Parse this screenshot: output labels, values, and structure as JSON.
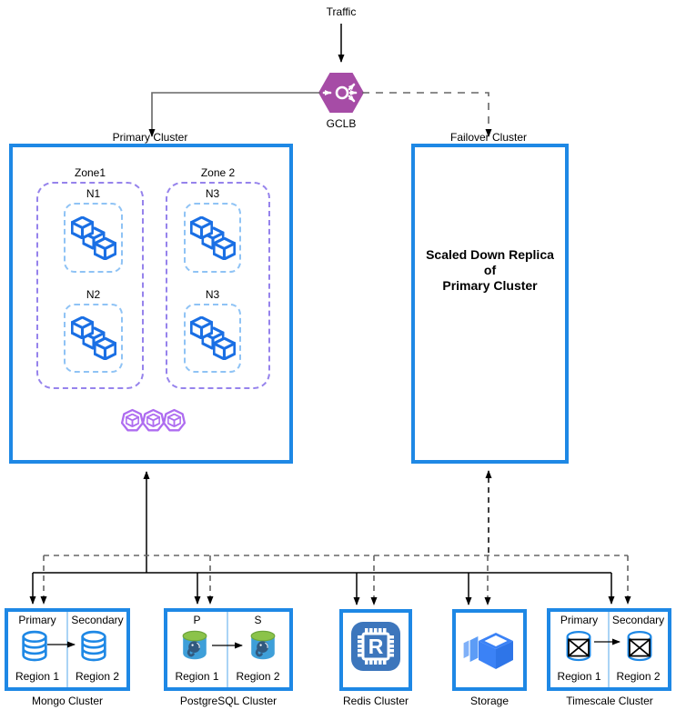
{
  "diagram": {
    "traffic_label": "Traffic",
    "gclb": {
      "label": "GCLB"
    },
    "primary_cluster": {
      "label": "Primary Cluster",
      "zones": [
        {
          "label": "Zone1",
          "nodes": [
            {
              "label": "N1"
            },
            {
              "label": "N2"
            }
          ]
        },
        {
          "label": "Zone 2",
          "nodes": [
            {
              "label": "N3"
            },
            {
              "label": "N3"
            }
          ]
        }
      ]
    },
    "failover_cluster": {
      "label": "Failover Cluster",
      "body_lines": [
        "Scaled Down Replica",
        "of",
        "Primary Cluster"
      ]
    },
    "bottom_clusters": [
      {
        "label": "Mongo Cluster",
        "left": {
          "role": "Primary",
          "region": "Region 1"
        },
        "right": {
          "role": "Secondary",
          "region": "Region 2"
        }
      },
      {
        "label": "PostgreSQL Cluster",
        "left": {
          "role": "P",
          "region": "Region 1"
        },
        "right": {
          "role": "S",
          "region": "Region 2"
        }
      },
      {
        "label": "Redis Cluster"
      },
      {
        "label": "Storage"
      },
      {
        "label": "Timescale Cluster",
        "left": {
          "role": "Primary",
          "region": "Region 1"
        },
        "right": {
          "role": "Secondary",
          "region": "Region 2"
        }
      }
    ]
  },
  "icons": {
    "gclb": "load-balancer-hexagon",
    "node_pool": "three-cubes",
    "gke": "kubernetes-heptagon-cube",
    "mongo": "database-cylinder",
    "postgres": "postgresql-elephant-cylinder",
    "redis": "memory-chip",
    "redis_letter": "R",
    "storage": "stacked-boxes",
    "timescale": "database-cylinder-crossed"
  },
  "colors": {
    "box-blue": "#1E88E5",
    "divider-blue": "#AAD4F5",
    "zone-purple": "#9683EC",
    "node-dash-blue": "#8FC3F5",
    "cube-blue": "#1A6FE4",
    "gke-purple": "#AE6CF0",
    "gclb-purple": "#A64CA6",
    "pg-green": "#8BC34A",
    "pg-body": "#3E9FD9",
    "pg-elephant": "#31597F",
    "redis-bg": "#3D76BC",
    "storage-blue": "#3B82F6",
    "storage-light": "#7FB0F8",
    "storage-mid": "#5C9CF6",
    "line-gray": "#666666",
    "line-black": "#000000"
  }
}
